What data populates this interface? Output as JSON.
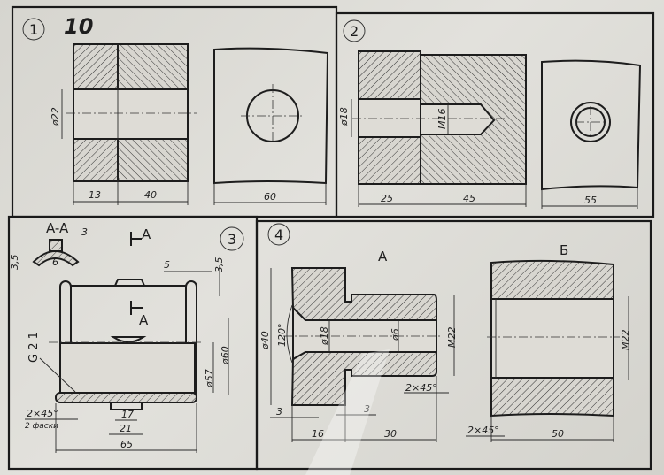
{
  "panels": [
    {
      "number": "1",
      "variant": "10",
      "dims": {
        "d_hole": "ø22",
        "a": "13",
        "b": "40",
        "width": "60"
      }
    },
    {
      "number": "2",
      "dims": {
        "d_hole": "ø18",
        "thread": "M16",
        "a": "25",
        "b": "45",
        "width": "55"
      }
    },
    {
      "number": "3",
      "section_label": "A-A",
      "cut_mark": "A",
      "dims": {
        "sec_w": "3",
        "sec_h": "3,5",
        "sec_base": "6",
        "gap": "5",
        "lip": "3,5",
        "thread": "G 2 1",
        "d_inner": "ø57",
        "d_outer": "ø60",
        "chamfer": "2×45°",
        "chamfer_note": "2 фаски",
        "foot_in": "17",
        "foot_out": "21",
        "length": "65"
      }
    },
    {
      "number": "4",
      "part_a": "А",
      "part_b": "Б",
      "dims": {
        "d_outer": "ø40",
        "angle": "120°",
        "d_bore": "ø18",
        "d_small": "ø6",
        "thread_a": "M22",
        "chamfer_a": "2×45°",
        "flange_t": "3",
        "groove": "3",
        "len1": "16",
        "len2": "30",
        "thread_b": "M22",
        "chamfer_b": "2×45°",
        "len_b": "50"
      }
    }
  ]
}
